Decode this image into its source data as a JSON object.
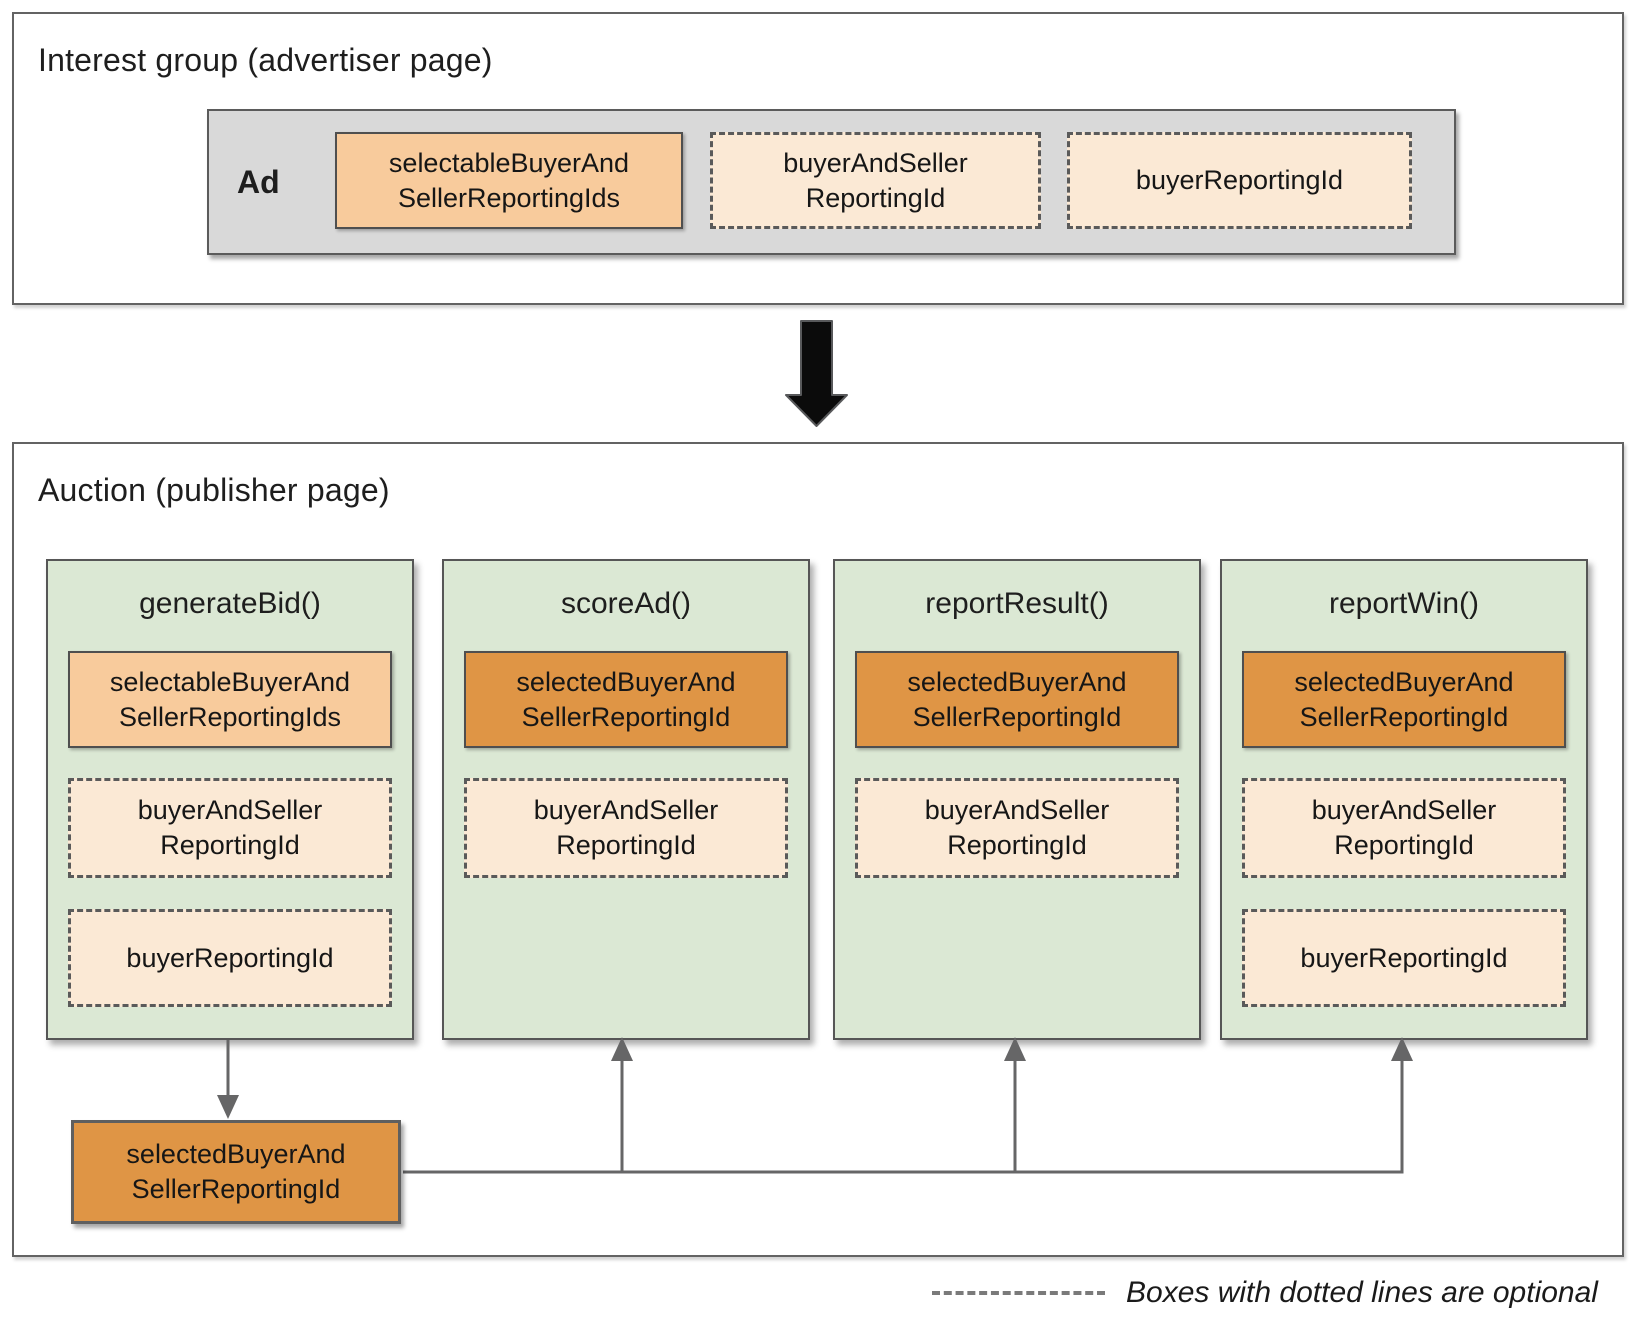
{
  "interest_group": {
    "title": "Interest group (advertiser page)",
    "ad_label": "Ad",
    "boxes": [
      {
        "label": "selectableBuyerAnd\nSellerReportingIds",
        "style": "solid-light"
      },
      {
        "label": "buyerAndSeller\nReportingId",
        "style": "dashed"
      },
      {
        "label": "buyerReportingId",
        "style": "dashed"
      }
    ]
  },
  "auction": {
    "title": "Auction (publisher page)",
    "columns": [
      {
        "title": "generateBid()",
        "boxes": [
          {
            "label": "selectableBuyerAnd\nSellerReportingIds",
            "style": "solid-light"
          },
          {
            "label": "buyerAndSeller\nReportingId",
            "style": "dashed"
          },
          {
            "label": "buyerReportingId",
            "style": "dashed"
          }
        ]
      },
      {
        "title": "scoreAd()",
        "boxes": [
          {
            "label": "selectedBuyerAnd\nSellerReportingId",
            "style": "solid-dark"
          },
          {
            "label": "buyerAndSeller\nReportingId",
            "style": "dashed"
          }
        ]
      },
      {
        "title": "reportResult()",
        "boxes": [
          {
            "label": "selectedBuyerAnd\nSellerReportingId",
            "style": "solid-dark"
          },
          {
            "label": "buyerAndSeller\nReportingId",
            "style": "dashed"
          }
        ]
      },
      {
        "title": "reportWin()",
        "boxes": [
          {
            "label": "selectedBuyerAnd\nSellerReportingId",
            "style": "solid-dark"
          },
          {
            "label": "buyerAndSeller\nReportingId",
            "style": "dashed"
          },
          {
            "label": "buyerReportingId",
            "style": "dashed"
          }
        ]
      }
    ],
    "output_box": {
      "label": "selectedBuyerAnd\nSellerReportingId"
    }
  },
  "legend": {
    "text": "Boxes with dotted lines are optional"
  },
  "colors": {
    "light_orange": "#f8cb9c",
    "cream": "#fbe9d5",
    "dark_orange": "#df9545",
    "green": "#dbe8d4",
    "gray_container": "#d9d9d9",
    "line_gray": "#666667",
    "arrow_black": "#0b0b0b"
  }
}
